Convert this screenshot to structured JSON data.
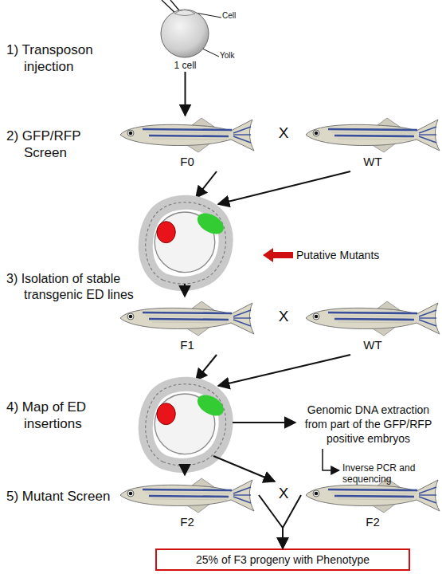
{
  "diagram": {
    "nodes": [
      {
        "text": [
          "1 cell"
        ]
      },
      {
        "text": [
          "F0"
        ]
      },
      {
        "text": [
          "WT"
        ]
      },
      {
        "text": [
          "F1"
        ]
      },
      {
        "text": [
          "WT"
        ]
      },
      {
        "text": [
          "F2"
        ]
      },
      {
        "text": [
          "F2"
        ]
      },
      {
        "text": [
          "25% of F3 progeny with Phenotype"
        ]
      }
    ],
    "edges": [
      {
        "from": 0,
        "to": 1,
        "arrow": "to"
      },
      {
        "from": 5,
        "to": 7,
        "arrow": "to"
      },
      {
        "from": 6,
        "to": 7,
        "arrow": "to"
      }
    ],
    "labels": [
      "1) Transposon injection",
      "Cell",
      "Yolk",
      "2) GFP/RFP Screen",
      "X",
      "Putative Mutants",
      "3) Isolation of stable transgenic ED lines",
      "X",
      "4) Map of ED insertions",
      "Genomic DNA extraction from part of the GFP/RFP positive embryos",
      "Inverse PCR and sequencing",
      "5) Mutant Screen",
      "X"
    ]
  }
}
